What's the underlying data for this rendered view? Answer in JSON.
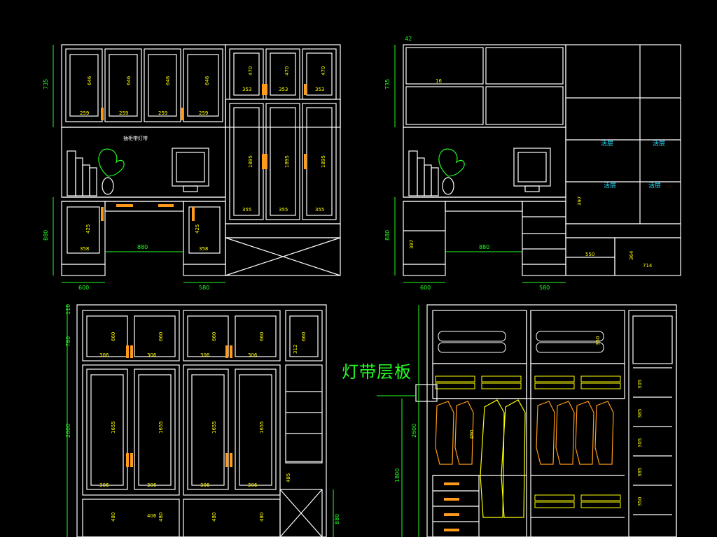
{
  "colors": {
    "background": "#000000",
    "line": "#ffffff",
    "dimension": "#22ff22",
    "text_yellow": "#ffff00",
    "text_cyan": "#22ddff",
    "handle_orange": "#ff9a1a",
    "watermark": "#2a2a2a"
  },
  "panel_top_left": {
    "dims_vertical": [
      "735",
      "880"
    ],
    "dims_horizontal": [
      "600",
      "580",
      "880"
    ],
    "door_dims_top": [
      "646",
      "646",
      "646",
      "646",
      "470",
      "470",
      "470"
    ],
    "door_dims_width": [
      "259",
      "259",
      "259",
      "259",
      "353",
      "353",
      "353"
    ],
    "door_dims_tall": [
      "1895",
      "1895",
      "1895"
    ],
    "door_dims_tall_width": [
      "355",
      "355",
      "355"
    ],
    "lower_dims": [
      "425",
      "425",
      "358",
      "358"
    ],
    "note": "抽柜带灯带"
  },
  "panel_top_right": {
    "dims_vertical": [
      "735",
      "880"
    ],
    "dims_horizontal": [
      "600",
      "580",
      "880"
    ],
    "top_dim": "42",
    "shelf_labels": [
      "活层",
      "活层",
      "活层",
      "活层"
    ],
    "misc_dims": [
      "387",
      "397",
      "550",
      "364",
      "714",
      "16"
    ]
  },
  "panel_bottom_left": {
    "dims_vertical": [
      "110",
      "780",
      "2600",
      "880"
    ],
    "door_dims_top": [
      "660",
      "660",
      "660",
      "660",
      "660"
    ],
    "door_dims_width": [
      "306",
      "306",
      "306",
      "306",
      "306",
      "306",
      "306",
      "306",
      "312"
    ],
    "door_dims_tall": [
      "1655",
      "1655",
      "1655",
      "1655"
    ],
    "lower_dims": [
      "480",
      "480",
      "480",
      "480",
      "406",
      "485"
    ]
  },
  "panel_bottom_right": {
    "dims_vertical": [
      "2600",
      "1800"
    ],
    "inner_dims": [
      "350",
      "305",
      "385",
      "305",
      "385",
      "350",
      "480"
    ]
  },
  "callout": {
    "text": "灯带层板"
  }
}
